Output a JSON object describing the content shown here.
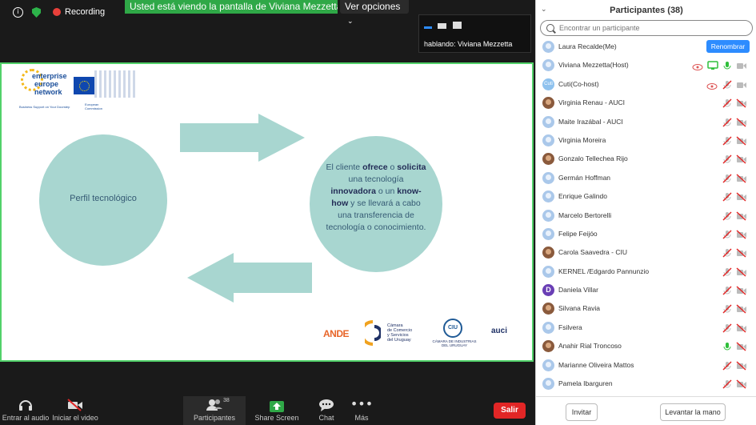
{
  "topbar": {
    "info_icon": "info-icon",
    "security_icon": "shield-icon",
    "recording_label": "Recording"
  },
  "share_banner": {
    "text": "Usted está viendo la pantalla de Viviana Mezzetta"
  },
  "view_options": {
    "label": "Ver opciones"
  },
  "speaker": {
    "label": "hablando:  Viviana Mezzetta"
  },
  "slide": {
    "een": {
      "line1": "enterprise",
      "line2": "europe",
      "line3": "network",
      "tagline": "Business Support on Your Doorstep",
      "ec_line1": "European",
      "ec_line2": "Commission"
    },
    "left_circle": "Perfil tecnológico",
    "right_circle": {
      "p1": "El cliente ",
      "b1": "ofrece",
      "p2": " o ",
      "b2": "solicita",
      "p3": " una tecnología ",
      "b3": "innovadora",
      "p4": " o un ",
      "b4": "know-how",
      "p5": " y se llevará a cabo una transferencia de tecnología o conocimiento."
    },
    "partners": {
      "ande": "ANDE",
      "camara_line1": "Cámara",
      "camara_line2": "de Comercio",
      "camara_line3": "y Servicios",
      "camara_line4": "del Uruguay",
      "ciu_mark": "CIU",
      "ciu_line1": "CÁMARA DE INDUSTRIAS",
      "ciu_line2": "DEL URUGUAY",
      "auci": "auci"
    }
  },
  "toolbar": {
    "audio": "Entrar al audio",
    "video": "Iniciar el video",
    "participants": "Participantes",
    "participants_count": "38",
    "share": "Share Screen",
    "chat": "Chat",
    "more": "Más",
    "leave": "Salir"
  },
  "panel": {
    "title": "Participantes (38)",
    "search_placeholder": "Encontrar un participante",
    "rename_label": "Renombrar",
    "participants": [
      {
        "name": "Laura Recalde(Me)"
      },
      {
        "name": "Viviana Mezzetta(Host)"
      },
      {
        "name": "Cuti(Co-host)"
      },
      {
        "name": "Virginia Renau - AUCI"
      },
      {
        "name": "Maite Irazábal - AUCI"
      },
      {
        "name": "Virginia Moreira"
      },
      {
        "name": "Gonzalo Tellechea Rijo"
      },
      {
        "name": "Germán Hoffman"
      },
      {
        "name": "Enrique Galindo"
      },
      {
        "name": "Marcelo Bertorelli"
      },
      {
        "name": "Felipe Feijóo"
      },
      {
        "name": "Carola Saavedra - CIU"
      },
      {
        "name": "KERNEL /Edgardo Pannunzio"
      },
      {
        "name": "Daniela Villar"
      },
      {
        "name": "Silvana Ravia"
      },
      {
        "name": "Fsilvera"
      },
      {
        "name": "Anahir Rial Troncoso"
      },
      {
        "name": "Marianne Oliveira Mattos"
      },
      {
        "name": "Pamela Ibarguren"
      }
    ],
    "cuti_avatar": "Cuti",
    "daniela_avatar": "D",
    "invite": "Invitar",
    "raise_hand": "Levantar la mano"
  }
}
